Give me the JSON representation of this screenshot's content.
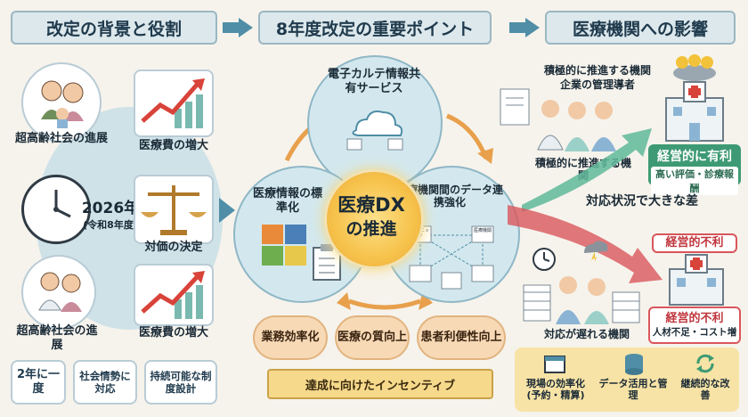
{
  "headers": {
    "left": "改定の背景と役割",
    "center": "8年度改定の重要ポイント",
    "right": "医療機関への影響"
  },
  "left": {
    "aging_1": "超高齢社会の進展",
    "cost_1": "医療費の増大",
    "year": "2026年",
    "era": "(令和8年度)",
    "price": "対価の決定",
    "aging_2": "超高齢社会の進展",
    "cost_2": "医療費の増大",
    "roles": [
      "2年に一度",
      "社会情勢に対応",
      "持続可能な制度設計"
    ]
  },
  "center": {
    "top_circle": "電子カルテ情報共有サービス",
    "left_circle": "医療情報の標準化",
    "right_circle": "医療機関間のデータ連携強化",
    "core_line1": "医療DX",
    "core_line2": "の推進",
    "network_label_1": "クリニック",
    "network_label_2": "医療機関",
    "outcomes": [
      "業務効率化",
      "医療の質向上",
      "患者利便性向上"
    ],
    "banner": "達成に向けたインセンティブ"
  },
  "right": {
    "proactive_title_1": "積極的に推進する機関",
    "proactive_title_2": "企業の管理導者",
    "proactive_label": "積極的に推進する機関",
    "advantage": "経営的に有利",
    "advantage_sub": "高い評価・診療報酬",
    "gap": "対応状況で大きな差",
    "disadvantage_1": "経営的不利",
    "disadvantage_2": "経営的不利",
    "disadvantage_sub": "人材不足・コスト増",
    "delayed": "対応が遅れる機関",
    "actions": [
      "現場の効率化(予約・精算)",
      "データ活用と管理",
      "継続的な改善"
    ]
  },
  "colors": {
    "header_bg": "#dce8ec",
    "accent_blue": "#4f8ea6",
    "green_arrow": "#5fb89a",
    "red_arrow": "#d9565c",
    "core_yellow": "#f6c24a",
    "pill_orange": "#f7d9b6"
  },
  "icons": [
    "elderly-couple-icon",
    "rising-chart-icon",
    "stopwatch-icon",
    "scales-icon",
    "doctor-patient-icon",
    "cloud-icon",
    "puzzle-icon",
    "checklist-icon",
    "hospital-icon",
    "money-coins-icon",
    "storm-icon",
    "clock-icon",
    "calendar-icon",
    "database-icon",
    "refresh-icon"
  ]
}
